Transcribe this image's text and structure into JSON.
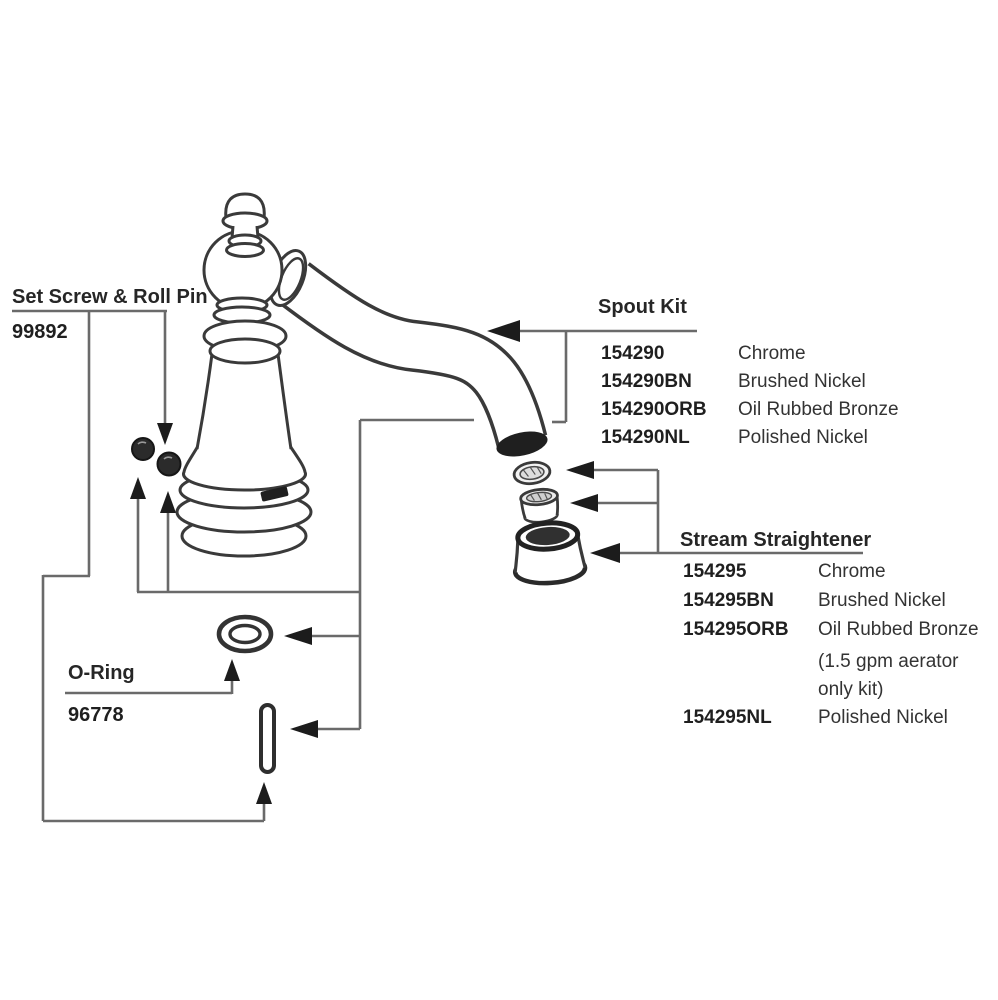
{
  "set_screw_roll_pin": {
    "label": "Set Screw & Roll Pin",
    "part_number": "99892"
  },
  "spout_kit": {
    "label": "Spout Kit",
    "parts": [
      {
        "part": "154290",
        "finish": "Chrome"
      },
      {
        "part": "154290BN",
        "finish": "Brushed Nickel"
      },
      {
        "part": "154290ORB",
        "finish": "Oil Rubbed Bronze"
      },
      {
        "part": "154290NL",
        "finish": "Polished Nickel"
      }
    ]
  },
  "stream_straightener": {
    "label": "Stream Straightener",
    "parts": [
      {
        "part": "154295",
        "finish": "Chrome"
      },
      {
        "part": "154295BN",
        "finish": "Brushed Nickel"
      },
      {
        "part": "154295ORB",
        "finish": "Oil Rubbed Bronze",
        "note_line1": "(1.5 gpm aerator",
        "note_line2": "only kit)"
      },
      {
        "part": "154295NL",
        "finish": "Polished Nickel"
      }
    ]
  },
  "o_ring": {
    "label": "O-Ring",
    "part_number": "96778"
  },
  "colors": {
    "ink": "#3a3a3a",
    "leader_line": "#6a6a6a",
    "arrowhead": "#1c1c1c",
    "text": "#2e2e2e",
    "background": "#ffffff"
  }
}
